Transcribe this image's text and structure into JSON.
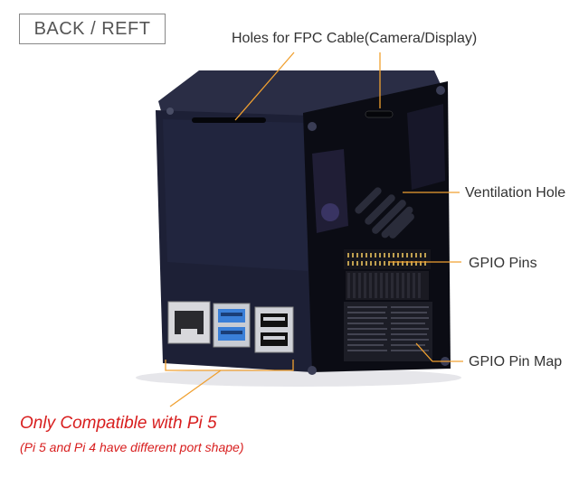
{
  "badge": {
    "text": "BACK / REFT"
  },
  "callouts": {
    "fpc_holes": "Holes for FPC Cable(Camera/Display)",
    "ventilation": "Ventilation Hole",
    "gpio_pins": "GPIO Pins",
    "gpio_map": "GPIO Pin Map"
  },
  "notes": {
    "compat": "Only Compatible with Pi 5",
    "compat_detail": "(Pi 5 and Pi 4 have different port shape)"
  },
  "colors": {
    "callout_line": "#f0a030",
    "note_text": "#d81e1e",
    "case_body": "#1d2036",
    "acrylic": "#0b0c14"
  }
}
